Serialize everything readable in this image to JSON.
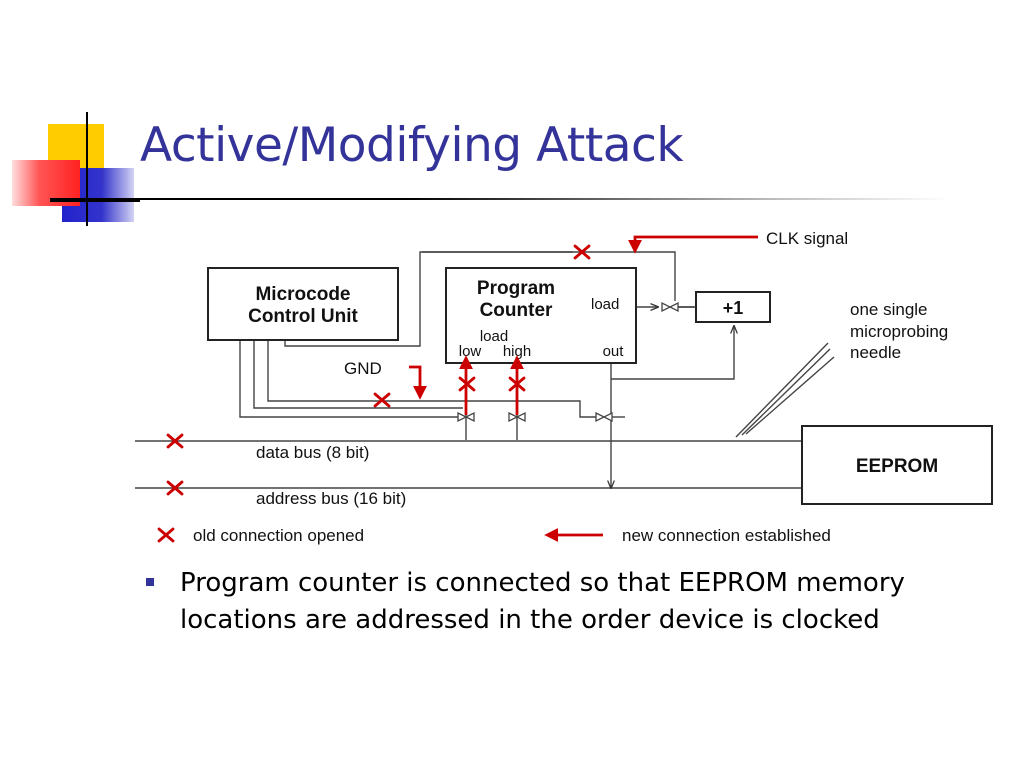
{
  "slide": {
    "title": "Active/Modifying Attack",
    "bullets": [
      "Program counter is connected so that EEPROM memory locations are addressed in the order device is clocked"
    ]
  },
  "diagram": {
    "microcode_line1": "Microcode",
    "microcode_line2": "Control Unit",
    "pc_line1": "Program",
    "pc_line2": "Counter",
    "pc_load": "load",
    "pc_load_label": "load",
    "pc_low": "low",
    "pc_high": "high",
    "pc_out": "out",
    "plus_one": "+1",
    "clk_signal": "CLK signal",
    "gnd": "GND",
    "needle_line1": "one single",
    "needle_line2": "microprobing",
    "needle_line3": "needle",
    "data_bus": "data bus (8 bit)",
    "address_bus": "address bus (16 bit)",
    "eeprom": "EEPROM",
    "legend_old": "old connection opened",
    "legend_new": "new connection established"
  },
  "colors": {
    "title": "#333399",
    "accent_red": "#cc0000",
    "deco_yellow": "#ffcc00",
    "deco_blue": "#3333cc",
    "deco_red": "#ff3333"
  }
}
